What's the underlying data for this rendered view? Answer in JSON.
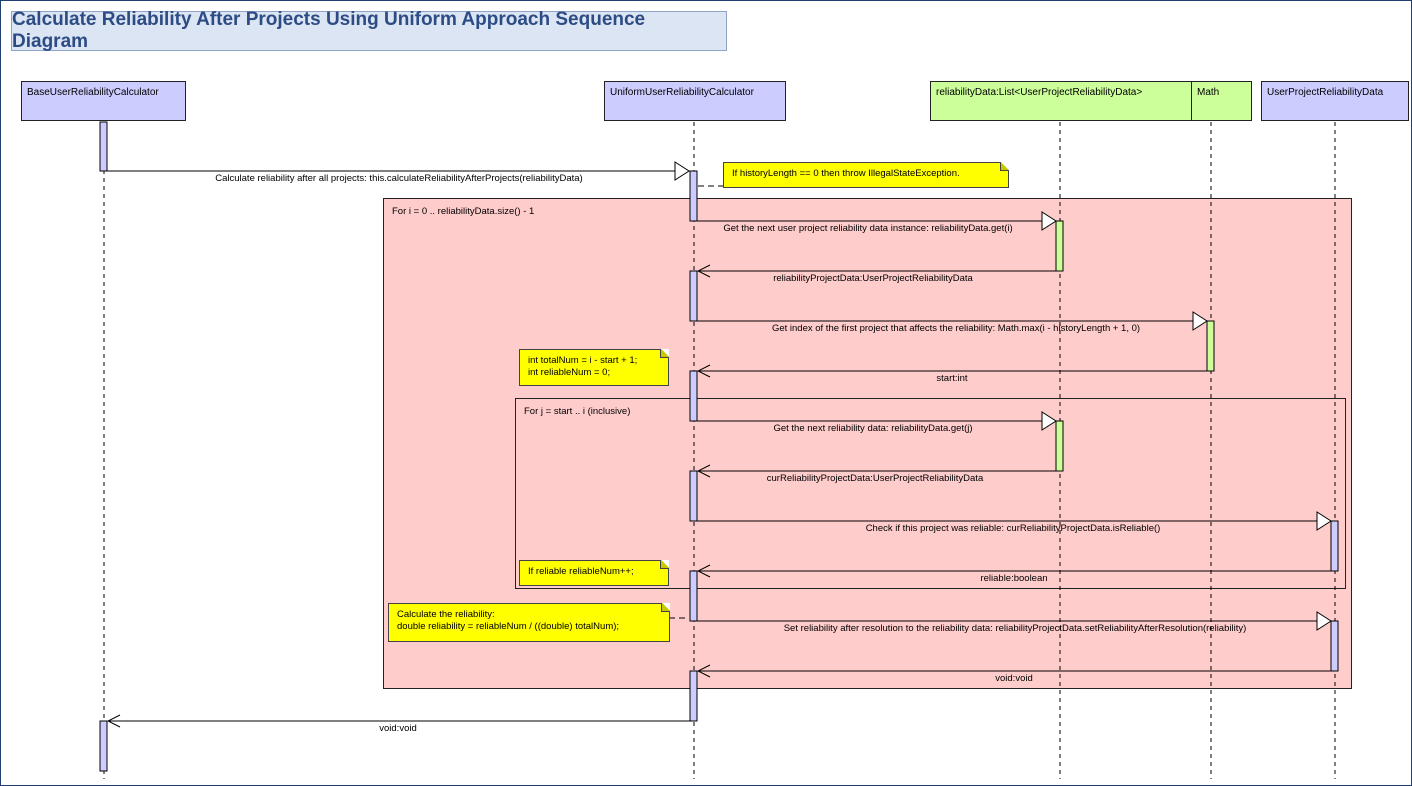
{
  "title": "Calculate Reliability After Projects Using Uniform Approach Sequence Diagram",
  "lifelines": [
    {
      "id": "base",
      "label": "BaseUserReliabilityCalculator",
      "color": "#ccccff"
    },
    {
      "id": "uniform",
      "label": "UniformUserReliabilityCalculator",
      "color": "#ccccff"
    },
    {
      "id": "list",
      "label": "reliabilityData:List<UserProjectReliabilityData>",
      "color": "#ccff99"
    },
    {
      "id": "math",
      "label": "Math",
      "color": "#ccff99"
    },
    {
      "id": "urd",
      "label": "UserProjectReliabilityData",
      "color": "#ccccff"
    }
  ],
  "fragments": {
    "outer": "For i = 0 .. reliabilityData.size() - 1",
    "inner": "For j = start .. i (inclusive)"
  },
  "notes": {
    "history": [
      "If historyLength == 0 then throw IllegalStateException."
    ],
    "init": [
      "int totalNum = i - start + 1;",
      "int reliableNum = 0;"
    ],
    "reliable": [
      "If reliable reliableNum++;"
    ],
    "calc": [
      "Calculate the reliability:",
      "double reliability = reliableNum / ((double) totalNum);"
    ]
  },
  "messages": [
    {
      "id": "m1",
      "label": "Calculate reliability after all projects: this.calculateReliabilityAfterProjects(reliabilityData)",
      "kind": "call"
    },
    {
      "id": "m2",
      "label": "Get the next user project reliability data instance: reliabilityData.get(i)",
      "kind": "call"
    },
    {
      "id": "m3",
      "label": "reliabilityProjectData:UserProjectReliabilityData",
      "kind": "return"
    },
    {
      "id": "m4",
      "label": "Get index of the first project that affects the reliability: Math.max(i - historyLength + 1, 0)",
      "kind": "call"
    },
    {
      "id": "m5",
      "label": "start:int",
      "kind": "return"
    },
    {
      "id": "m6",
      "label": "Get the next reliability data: reliabilityData.get(j)",
      "kind": "call"
    },
    {
      "id": "m7",
      "label": "curReliabilityProjectData:UserProjectReliabilityData",
      "kind": "return"
    },
    {
      "id": "m8",
      "label": "Check if this project was reliable: curReliabilityProjectData.isReliable()",
      "kind": "call"
    },
    {
      "id": "m9",
      "label": "reliable:boolean",
      "kind": "return"
    },
    {
      "id": "m10",
      "label": "Set reliability after resolution to the reliability data: reliabilityProjectData.setReliabilityAfterResolution(reliability)",
      "kind": "call"
    },
    {
      "id": "m11",
      "label": "void:void",
      "kind": "return"
    },
    {
      "id": "m12",
      "label": "void:void",
      "kind": "return"
    }
  ]
}
